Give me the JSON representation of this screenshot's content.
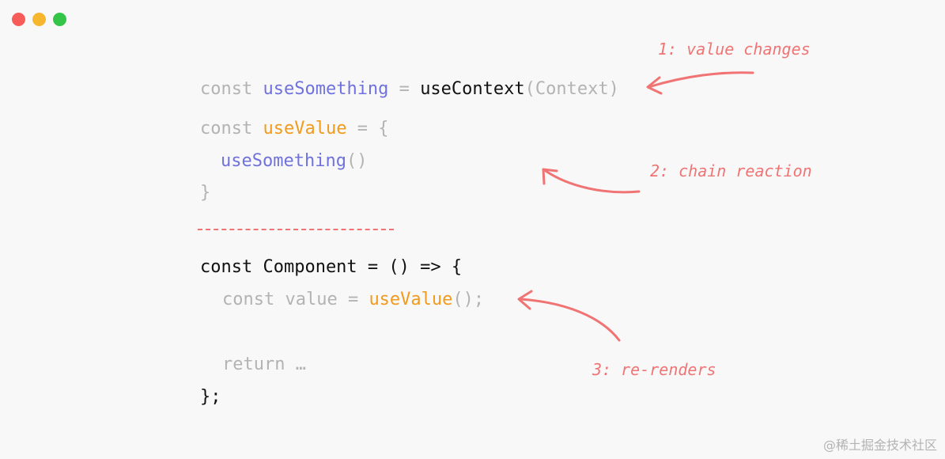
{
  "colors": {
    "background": "#f9f8f9",
    "dim_text": "#b3b3b3",
    "dark_text": "#111111",
    "blue": "#6f72dc",
    "orange": "#f19a1b",
    "annotation": "#f07474",
    "dot_red": "#f65d58",
    "dot_yellow": "#f6b62e",
    "dot_green": "#33c448",
    "watermark": "#b3b3b3"
  },
  "window_controls": {
    "icons": [
      "close-dot-icon",
      "minimize-dot-icon",
      "maximize-dot-icon"
    ]
  },
  "code": {
    "line1": {
      "kw": "const ",
      "name": "useSomething",
      "eq": " = ",
      "fn": "useContext",
      "args": "(Context)"
    },
    "line2": {
      "kw": "const ",
      "name": "useValue",
      "rest": " = {"
    },
    "line3": {
      "call": "useSomething",
      "parens": "()"
    },
    "line4": {
      "brace": "}"
    },
    "line5": {
      "text": "const Component = () => {"
    },
    "line6": {
      "pre": "const value = ",
      "call": "useValue",
      "post": "();"
    },
    "line7": {
      "text": "return …"
    },
    "line8": {
      "text": "};"
    }
  },
  "annotations": [
    {
      "text": "1: value changes"
    },
    {
      "text": "2: chain reaction"
    },
    {
      "text": "3: re-renders"
    }
  ],
  "watermark": "@稀土掘金技术社区"
}
